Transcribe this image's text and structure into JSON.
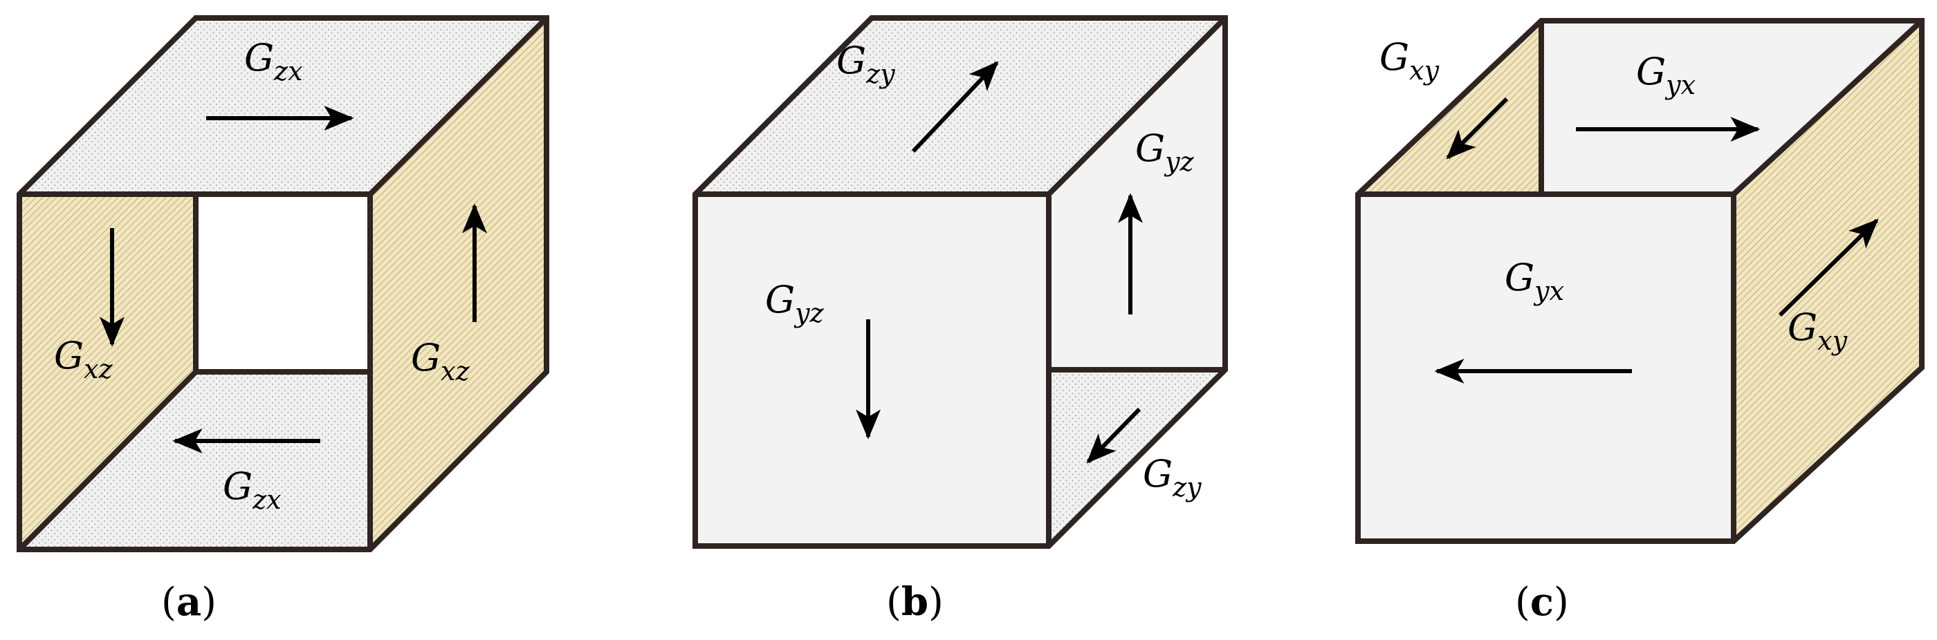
{
  "colors": {
    "edge": "#2e2422",
    "face_white": "#f3f3f3",
    "face_dotted": "#f1f1f1",
    "face_hatched": "#f1e6bf",
    "hatch_line": "#c7b27c",
    "dot": "#b3b3b3"
  },
  "panels": [
    {
      "caption_open": "(",
      "caption_letter": "a",
      "caption_close": ")",
      "labels": [
        {
          "main": "G",
          "sub": "zx"
        },
        {
          "main": "G",
          "sub": "xz"
        },
        {
          "main": "G",
          "sub": "xz"
        },
        {
          "main": "G",
          "sub": "zx"
        }
      ]
    },
    {
      "caption_open": "(",
      "caption_letter": "b",
      "caption_close": ")",
      "labels": [
        {
          "main": "G",
          "sub": "zy"
        },
        {
          "main": "G",
          "sub": "yz"
        },
        {
          "main": "G",
          "sub": "yz"
        },
        {
          "main": "G",
          "sub": "zy"
        }
      ]
    },
    {
      "caption_open": "(",
      "caption_letter": "c",
      "caption_close": ")",
      "labels": [
        {
          "main": "G",
          "sub": "xy"
        },
        {
          "main": "G",
          "sub": "yx"
        },
        {
          "main": "G",
          "sub": "yx"
        },
        {
          "main": "G",
          "sub": "xy"
        }
      ]
    }
  ]
}
